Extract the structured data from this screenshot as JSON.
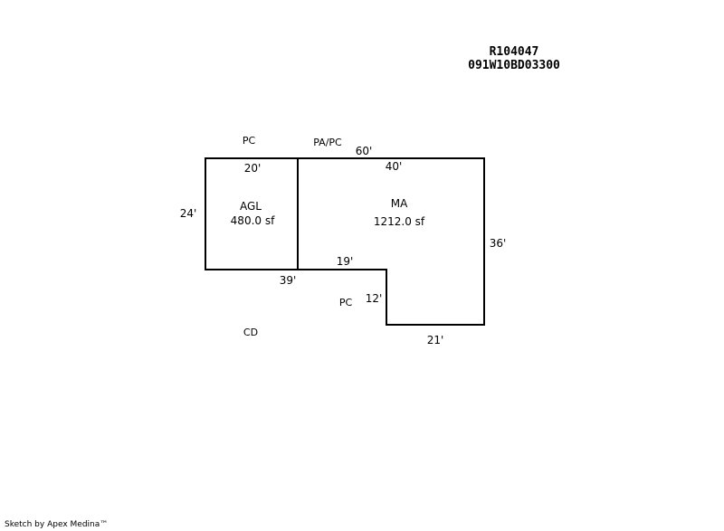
{
  "header": {
    "account": "R104047",
    "map_tax_lot": "091W10BD03300"
  },
  "labels": {
    "pc_top": "PC",
    "pa_pc": "PA/PC",
    "pc_lower": "PC",
    "cd": "CD"
  },
  "areas": {
    "agl_code": "AGL",
    "agl_area": "480.0 sf",
    "ma_code": "MA",
    "ma_area": "1212.0 sf"
  },
  "dimensions": {
    "agl_top": "20'",
    "agl_left": "24'",
    "total_top": "60'",
    "ma_top": "40'",
    "ma_right": "36'",
    "ma_step_top": "19'",
    "ma_step_left": "12'",
    "ma_bottom": "21'",
    "bottom_left": "39'"
  },
  "footer": {
    "credit": "Sketch by Apex Medina™"
  }
}
